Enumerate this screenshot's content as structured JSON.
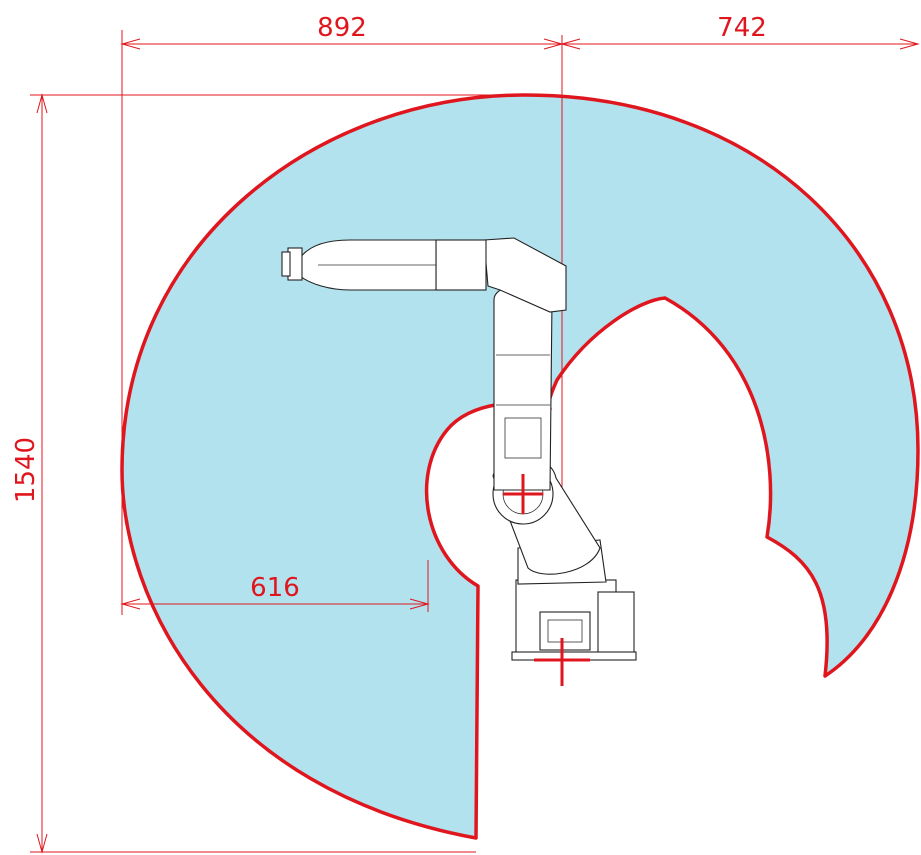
{
  "dimensions": {
    "top_left_width": "892",
    "top_right_width": "742",
    "overall_height": "1540",
    "inner_radius": "616"
  },
  "colors": {
    "envelope_fill": "#b2e2ee",
    "envelope_outline": "#e0161e",
    "dimension": "#e0161e",
    "robot_outline": "#222222"
  }
}
